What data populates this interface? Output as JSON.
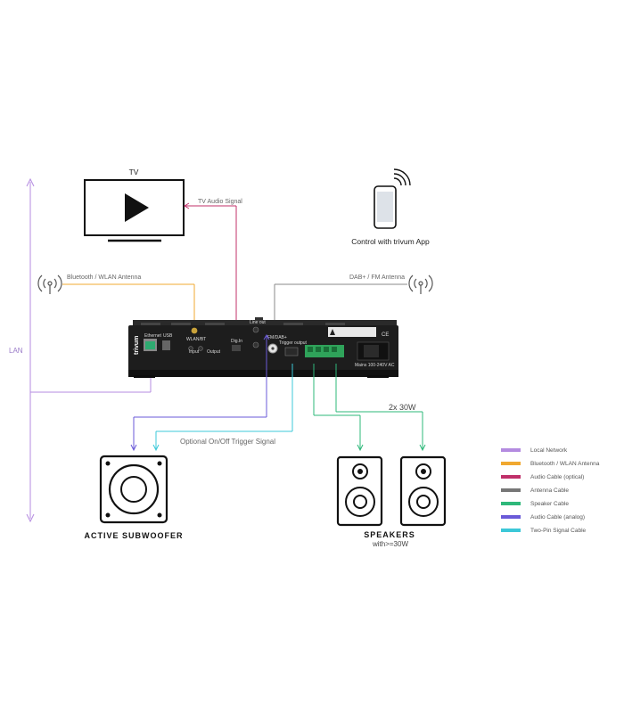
{
  "tv": {
    "title": "TV"
  },
  "app": {
    "label": "Control with trivum App"
  },
  "labels": {
    "lan": "LAN",
    "tv_audio_signal": "TV Audio Signal",
    "bt_wlan_antenna": "Bluetooth / WLAN Antenna",
    "dab_fm_antenna": "DAB+ / FM Antenna",
    "trigger_signal": "Optional On/Off Trigger Signal",
    "speaker_power": "2x 30W",
    "subwoofer": "ACTIVE SUBWOOFER",
    "speakers": "SPEAKERS",
    "speakers_note": "with>=30W"
  },
  "device": {
    "brand": "trivum",
    "ports": {
      "ethernet": "Ethernet",
      "usb": "USB",
      "wlan_bt": "WLAN/BT",
      "input": "Input",
      "output": "Output",
      "dig_in": "Dig.In",
      "line_out": "Line out",
      "fm_dab": "FM/DAB+",
      "trigger_output": "Trigger output",
      "mains": "Mains 100-240V AC"
    }
  },
  "legend": [
    {
      "label": "Local Network",
      "color": "#b48be0"
    },
    {
      "label": "Bluetooth / WLAN Antenna",
      "color": "#f0a830"
    },
    {
      "label": "Audio Cable (optical)",
      "color": "#c0306a"
    },
    {
      "label": "Antenna Cable",
      "color": "#777777"
    },
    {
      "label": "Speaker Cable",
      "color": "#2eb87a"
    },
    {
      "label": "Audio Cable (analog)",
      "color": "#6a5ad8"
    },
    {
      "label": "Two-Pin Signal Cable",
      "color": "#3cc8d8"
    }
  ],
  "colors": {
    "lan": "#b48be0",
    "antenna_bt": "#f0a830",
    "optical": "#c0306a",
    "antenna": "#888888",
    "speaker": "#2eb87a",
    "analog": "#6a5ad8",
    "signal": "#3cc8d8"
  }
}
